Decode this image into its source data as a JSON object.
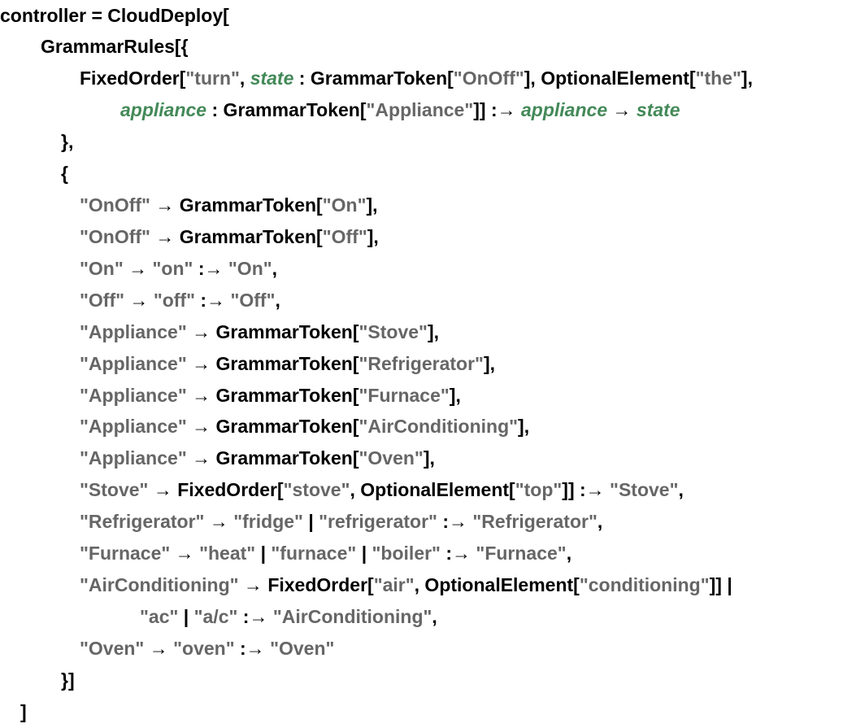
{
  "colors": {
    "text": "#000000",
    "string": "#666666",
    "pattern_variable": "#438958",
    "background": "#ffffff"
  },
  "code_lines": [
    [
      {
        "t": "controller = CloudDeploy[",
        "k": "plain"
      }
    ],
    [
      {
        "t": "GrammarRules[{",
        "k": "plain"
      }
    ],
    [
      {
        "t": "FixedOrder[",
        "k": "plain"
      },
      {
        "t": "\"turn\"",
        "k": "str"
      },
      {
        "t": ", ",
        "k": "plain"
      },
      {
        "t": "state",
        "k": "var"
      },
      {
        "t": " : GrammarToken[",
        "k": "plain"
      },
      {
        "t": "\"OnOff\"",
        "k": "str"
      },
      {
        "t": "], OptionalElement[",
        "k": "plain"
      },
      {
        "t": "\"the\"",
        "k": "str"
      },
      {
        "t": "],",
        "k": "plain"
      }
    ],
    [
      {
        "t": "appliance",
        "k": "var"
      },
      {
        "t": " : GrammarToken[",
        "k": "plain"
      },
      {
        "t": "\"Appliance\"",
        "k": "str"
      },
      {
        "t": "]] :→ ",
        "k": "plain"
      },
      {
        "t": "appliance",
        "k": "var"
      },
      {
        "t": " → ",
        "k": "plain"
      },
      {
        "t": "state",
        "k": "var"
      }
    ],
    [
      {
        "t": "},",
        "k": "plain"
      }
    ],
    [
      {
        "t": "{",
        "k": "plain"
      }
    ],
    [
      {
        "t": "\"OnOff\"",
        "k": "str"
      },
      {
        "t": " → GrammarToken[",
        "k": "plain"
      },
      {
        "t": "\"On\"",
        "k": "str"
      },
      {
        "t": "],",
        "k": "plain"
      }
    ],
    [
      {
        "t": "\"OnOff\"",
        "k": "str"
      },
      {
        "t": " → GrammarToken[",
        "k": "plain"
      },
      {
        "t": "\"Off\"",
        "k": "str"
      },
      {
        "t": "],",
        "k": "plain"
      }
    ],
    [
      {
        "t": "\"On\"",
        "k": "str"
      },
      {
        "t": " → ",
        "k": "plain"
      },
      {
        "t": "\"on\"",
        "k": "str"
      },
      {
        "t": " :→ ",
        "k": "plain"
      },
      {
        "t": "\"On\"",
        "k": "str"
      },
      {
        "t": ",",
        "k": "plain"
      }
    ],
    [
      {
        "t": "\"Off\"",
        "k": "str"
      },
      {
        "t": " → ",
        "k": "plain"
      },
      {
        "t": "\"off\"",
        "k": "str"
      },
      {
        "t": " :→ ",
        "k": "plain"
      },
      {
        "t": "\"Off\"",
        "k": "str"
      },
      {
        "t": ",",
        "k": "plain"
      }
    ],
    [
      {
        "t": "\"Appliance\"",
        "k": "str"
      },
      {
        "t": " → GrammarToken[",
        "k": "plain"
      },
      {
        "t": "\"Stove\"",
        "k": "str"
      },
      {
        "t": "],",
        "k": "plain"
      }
    ],
    [
      {
        "t": "\"Appliance\"",
        "k": "str"
      },
      {
        "t": " → GrammarToken[",
        "k": "plain"
      },
      {
        "t": "\"Refrigerator\"",
        "k": "str"
      },
      {
        "t": "],",
        "k": "plain"
      }
    ],
    [
      {
        "t": "\"Appliance\"",
        "k": "str"
      },
      {
        "t": " → GrammarToken[",
        "k": "plain"
      },
      {
        "t": "\"Furnace\"",
        "k": "str"
      },
      {
        "t": "],",
        "k": "plain"
      }
    ],
    [
      {
        "t": "\"Appliance\"",
        "k": "str"
      },
      {
        "t": " → GrammarToken[",
        "k": "plain"
      },
      {
        "t": "\"AirConditioning\"",
        "k": "str"
      },
      {
        "t": "],",
        "k": "plain"
      }
    ],
    [
      {
        "t": "\"Appliance\"",
        "k": "str"
      },
      {
        "t": " → GrammarToken[",
        "k": "plain"
      },
      {
        "t": "\"Oven\"",
        "k": "str"
      },
      {
        "t": "],",
        "k": "plain"
      }
    ],
    [
      {
        "t": "\"Stove\"",
        "k": "str"
      },
      {
        "t": " → FixedOrder[",
        "k": "plain"
      },
      {
        "t": "\"stove\"",
        "k": "str"
      },
      {
        "t": ", OptionalElement[",
        "k": "plain"
      },
      {
        "t": "\"top\"",
        "k": "str"
      },
      {
        "t": "]] :→ ",
        "k": "plain"
      },
      {
        "t": "\"Stove\"",
        "k": "str"
      },
      {
        "t": ",",
        "k": "plain"
      }
    ],
    [
      {
        "t": "\"Refrigerator\"",
        "k": "str"
      },
      {
        "t": " → ",
        "k": "plain"
      },
      {
        "t": "\"fridge\"",
        "k": "str"
      },
      {
        "t": " | ",
        "k": "plain"
      },
      {
        "t": "\"refrigerator\"",
        "k": "str"
      },
      {
        "t": " :→ ",
        "k": "plain"
      },
      {
        "t": "\"Refrigerator\"",
        "k": "str"
      },
      {
        "t": ",",
        "k": "plain"
      }
    ],
    [
      {
        "t": "\"Furnace\"",
        "k": "str"
      },
      {
        "t": " → ",
        "k": "plain"
      },
      {
        "t": "\"heat\"",
        "k": "str"
      },
      {
        "t": " | ",
        "k": "plain"
      },
      {
        "t": "\"furnace\"",
        "k": "str"
      },
      {
        "t": " | ",
        "k": "plain"
      },
      {
        "t": "\"boiler\"",
        "k": "str"
      },
      {
        "t": " :→ ",
        "k": "plain"
      },
      {
        "t": "\"Furnace\"",
        "k": "str"
      },
      {
        "t": ",",
        "k": "plain"
      }
    ],
    [
      {
        "t": "\"AirConditioning\"",
        "k": "str"
      },
      {
        "t": " → FixedOrder[",
        "k": "plain"
      },
      {
        "t": "\"air\"",
        "k": "str"
      },
      {
        "t": ", OptionalElement[",
        "k": "plain"
      },
      {
        "t": "\"conditioning\"",
        "k": "str"
      },
      {
        "t": "]] |",
        "k": "plain"
      }
    ],
    [
      {
        "t": "\"ac\"",
        "k": "str"
      },
      {
        "t": " | ",
        "k": "plain"
      },
      {
        "t": "\"a/c\"",
        "k": "str"
      },
      {
        "t": " :→ ",
        "k": "plain"
      },
      {
        "t": "\"AirConditioning\"",
        "k": "str"
      },
      {
        "t": ",",
        "k": "plain"
      }
    ],
    [
      {
        "t": "\"Oven\"",
        "k": "str"
      },
      {
        "t": " → ",
        "k": "plain"
      },
      {
        "t": "\"oven\"",
        "k": "str"
      },
      {
        "t": " :→ ",
        "k": "plain"
      },
      {
        "t": "\"Oven\"",
        "k": "str"
      }
    ],
    [
      {
        "t": "}]",
        "k": "plain"
      }
    ],
    [
      {
        "t": "]",
        "k": "plain"
      }
    ]
  ]
}
